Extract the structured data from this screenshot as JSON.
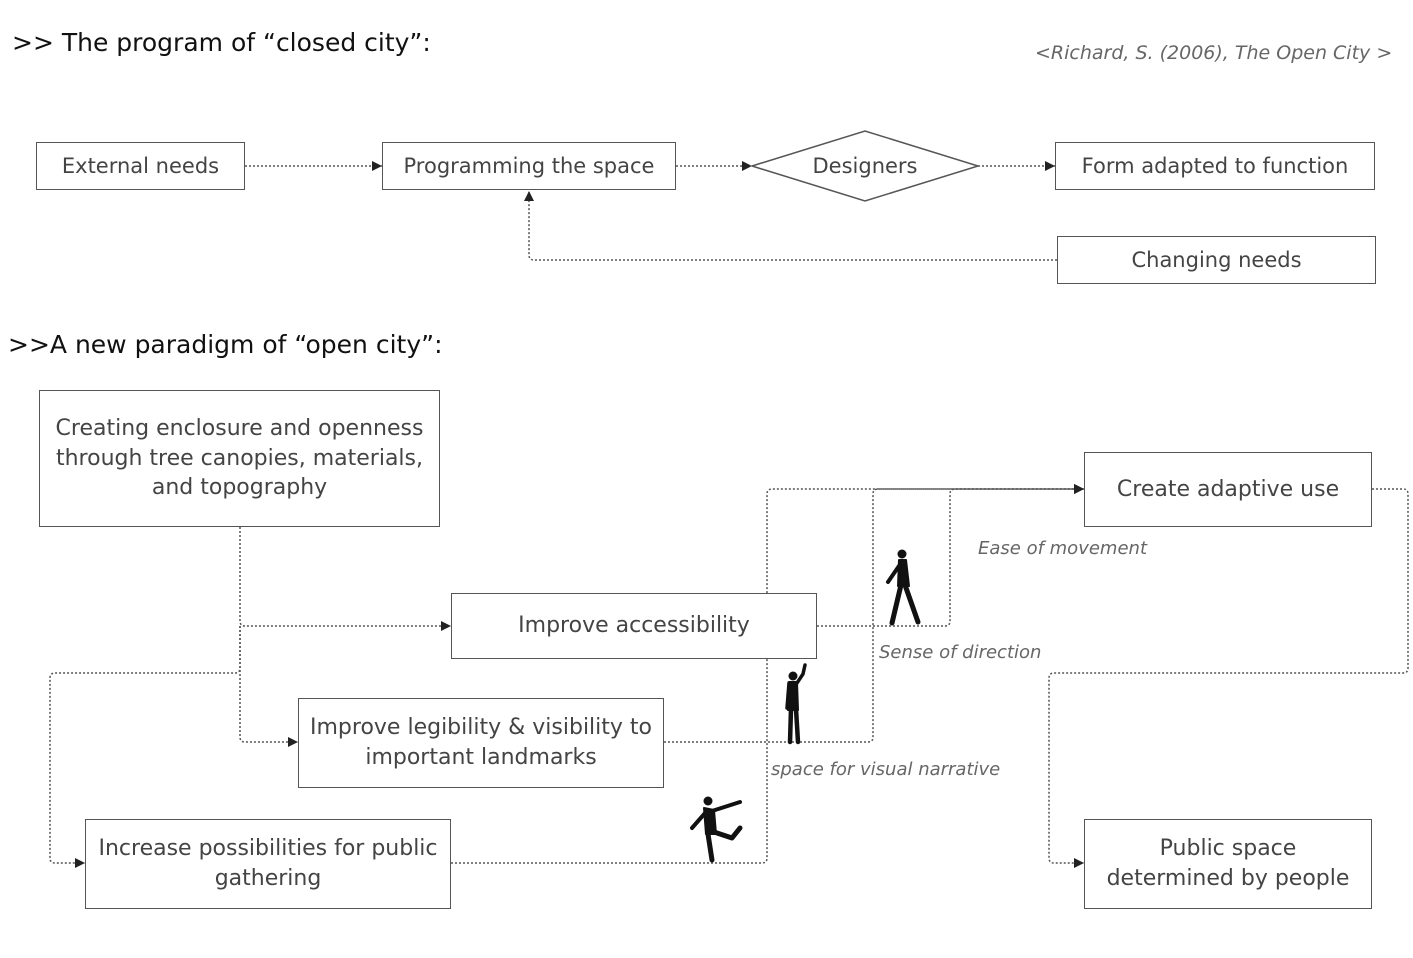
{
  "closed_city": {
    "heading": ">> The program of “closed city”:",
    "citation": "<Richard, S. (2006), The Open City >",
    "nodes": {
      "external_needs": "External needs",
      "programming_space": "Programming the space",
      "designers": "Designers",
      "form_adapted": "Form adapted to function",
      "changing_needs": "Changing needs"
    }
  },
  "open_city": {
    "heading": ">>A new paradigm of “open city”:",
    "nodes": {
      "creating_enclosure": "Creating enclosure and openness through tree canopies, materials, and topography",
      "improve_accessibility": "Improve accessibility",
      "improve_legibility": "Improve legibility & visibility to important landmarks",
      "increase_possibilities": "Increase possibilities for public gathering",
      "create_adaptive_use": "Create adaptive use",
      "public_space": "Public space determined by people"
    },
    "labels": {
      "ease_of_movement": "Ease of movement",
      "sense_of_direction": "Sense of direction",
      "visual_narrative": "space for visual narrative"
    },
    "icons": [
      "walking-person-icon",
      "waving-person-icon",
      "kicking-person-icon"
    ]
  }
}
